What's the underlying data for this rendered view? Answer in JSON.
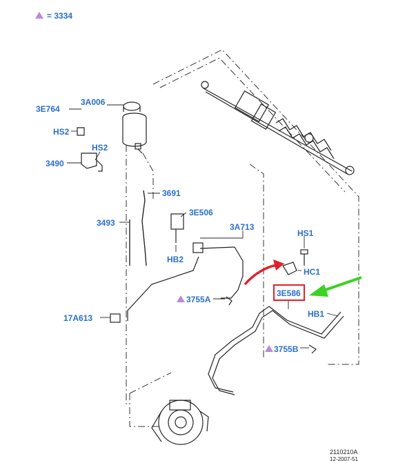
{
  "legend": {
    "symbol": "triangle",
    "text": "= 3334"
  },
  "labels": {
    "3E764": "3E764",
    "3A006": "3A006",
    "HS2_a": "HS2",
    "HS2_b": "HS2",
    "3490": "3490",
    "3691": "3691",
    "3493": "3493",
    "3E506": "3E506",
    "3A713": "3A713",
    "HB2": "HB2",
    "HS1": "HS1",
    "HC1": "HC1",
    "3755A": "3755A",
    "3E586": "3E586",
    "17A613": "17A613",
    "HB1": "HB1",
    "3755B": "3755B"
  },
  "footer": {
    "code": "2110210A",
    "date": "12-2007-51"
  },
  "colors": {
    "label": "#2a6fc9",
    "highlight_box": "#e0202a",
    "red_arrow": "#e0202a",
    "green_arrow": "#3bd321",
    "triangle": "#b98ad8"
  }
}
